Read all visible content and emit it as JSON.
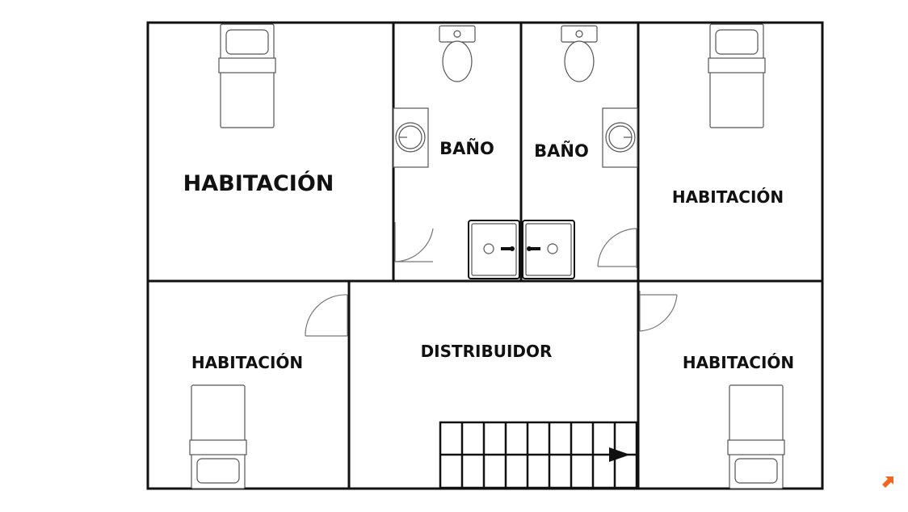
{
  "rooms": {
    "bedroom_top_left": "HABITACIÓN",
    "bathroom_left": "BAÑO",
    "bathroom_right": "BAÑO",
    "bedroom_top_right": "HABITACIÓN",
    "bedroom_bottom_left": "HABITACIÓN",
    "hallway": "DISTRIBUIDOR",
    "bedroom_bottom_right": "HABITACIÓN"
  },
  "icons": {
    "bed": "bed-icon",
    "toilet": "toilet-icon",
    "sink": "sink-icon",
    "shower": "shower-icon",
    "door": "door-swing-icon",
    "stairs": "staircase-icon",
    "logo": "arrow-logo-icon"
  },
  "colors": {
    "walls": "#111111",
    "fixtures": "#555555",
    "logo": "#f26522"
  }
}
